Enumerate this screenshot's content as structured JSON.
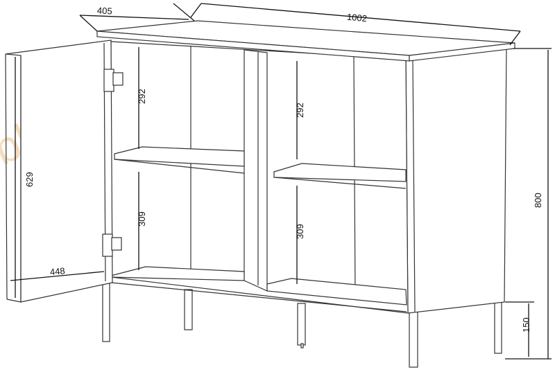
{
  "watermark": "ble",
  "dimensions": {
    "depth": "405",
    "width": "1002",
    "height": "800",
    "leg_height": "150",
    "door_height": "629",
    "door_width": "448",
    "left_upper_shelf": "292",
    "left_lower_shelf": "309",
    "right_upper_shelf": "292",
    "right_lower_shelf": "309"
  }
}
